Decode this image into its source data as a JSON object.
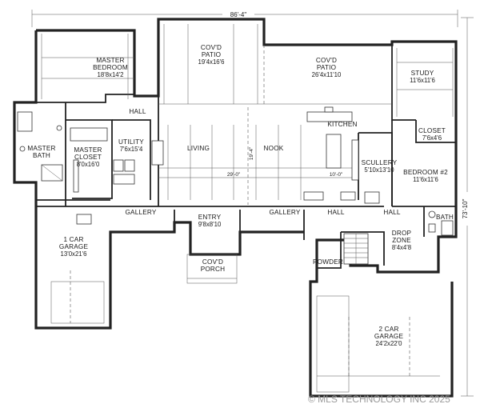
{
  "dimensions": {
    "overall_width": "86'-4\"",
    "overall_depth": "73'-10\"",
    "living_width": "29'-0\"",
    "living_depth": "19'-4\"",
    "nook_width": "10'-0\""
  },
  "rooms": {
    "master_bedroom": {
      "name": "MASTER\nBEDROOM",
      "size": "18'8x14'2"
    },
    "covd_patio_left": {
      "name": "COV'D\nPATIO",
      "size": "19'4x16'6"
    },
    "covd_patio_right": {
      "name": "COV'D\nPATIO",
      "size": "26'4x11'10"
    },
    "study": {
      "name": "STUDY",
      "size": "11'6x11'6"
    },
    "hall_top": {
      "name": "HALL"
    },
    "master_bath": {
      "name": "MASTER\nBATH"
    },
    "master_closet": {
      "name": "MASTER\nCLOSET",
      "size": "8'0x16'0"
    },
    "utility": {
      "name": "UTILITY",
      "size": "7'6x15'4"
    },
    "living": {
      "name": "LIVING"
    },
    "nook": {
      "name": "NOOK"
    },
    "kitchen": {
      "name": "KITCHEN"
    },
    "closet": {
      "name": "CLOSET",
      "size": "7'6x4'6"
    },
    "scullery": {
      "name": "SCULLERY",
      "size": "5'10x13'10"
    },
    "bedroom2": {
      "name": "BEDROOM #2",
      "size": "11'6x11'6"
    },
    "gallery_left": {
      "name": "GALLERY"
    },
    "entry": {
      "name": "ENTRY",
      "size": "9'8x8'10"
    },
    "gallery_center": {
      "name": "GALLERY"
    },
    "hall_center": {
      "name": "HALL"
    },
    "hall_right": {
      "name": "HALL"
    },
    "bath": {
      "name": "BATH"
    },
    "garage_1car": {
      "name": "1 CAR\nGARAGE",
      "size": "13'0x21'6"
    },
    "covd_porch": {
      "name": "COV'D\nPORCH"
    },
    "drop_zone": {
      "name": "DROP\nZONE",
      "size": "8'4x4'8"
    },
    "powder": {
      "name": "POWDER"
    },
    "garage_2car": {
      "name": "2 CAR\nGARAGE",
      "size": "24'2x22'0"
    }
  },
  "watermark": "© MLS TECHNOLOGY INC 2025"
}
